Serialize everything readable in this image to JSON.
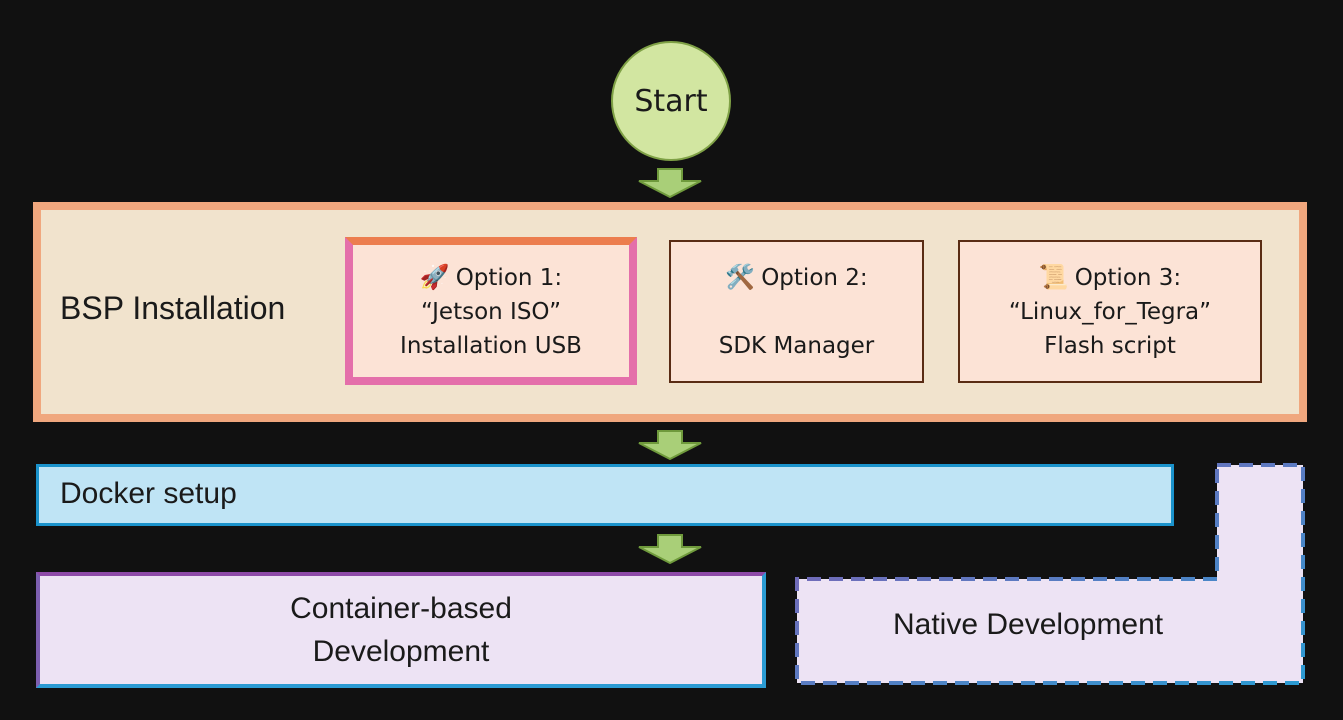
{
  "start": {
    "label": "Start"
  },
  "bsp": {
    "label": "BSP Installation",
    "options": [
      {
        "icon": "🚀",
        "icon_name": "rocket-icon",
        "title": "Option 1:",
        "line2": "“Jetson ISO”",
        "line3": "Installation USB"
      },
      {
        "icon": "🛠️",
        "icon_name": "tools-icon",
        "title": "Option 2:",
        "line2": "",
        "line3": "SDK Manager"
      },
      {
        "icon": "📜",
        "icon_name": "scroll-icon",
        "title": "Option 3:",
        "line2": "“Linux_for_Tegra”",
        "line3": "Flash script"
      }
    ]
  },
  "docker": {
    "label": "Docker setup"
  },
  "container_dev": {
    "line1": "Container-based",
    "line2": "Development"
  },
  "native_dev": {
    "label": "Native Development"
  },
  "colors": {
    "background": "#111111",
    "start_fill": "#d2e6a1",
    "arrow_fill": "#a9cf78",
    "bsp_fill": "#f1e3cd",
    "bsp_border": "#f0a77e",
    "option_fill": "#fce3d6",
    "docker_fill": "#bfe4f5",
    "docker_border": "#1a93cc",
    "dev_fill": "#ede3f4"
  }
}
